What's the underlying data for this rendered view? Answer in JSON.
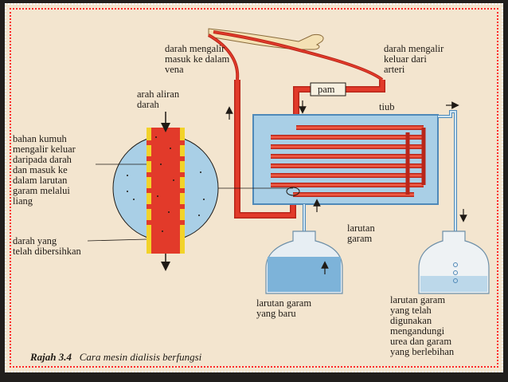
{
  "colors": {
    "blood": "#e23a2a",
    "blood_dark": "#b8261a",
    "solution": "#a9cfe6",
    "solution_dark": "#4f89b8",
    "fresh_solution": "#7db3d9",
    "membrane": "#f2d32a",
    "paper": "#f3e5cf"
  },
  "labels": {
    "vein_in": [
      "darah mengalir",
      "masuk ke dalam",
      "vena"
    ],
    "artery_out": [
      "darah mengalir",
      "keluar dari",
      "arteri"
    ],
    "pump": "pam",
    "blood_flow": [
      "arah aliran",
      "darah"
    ],
    "tube": "tiub",
    "waste": [
      "bahan kumuh",
      "mengalir keluar",
      "daripada darah",
      "dan masuk ke",
      "dalam larutan",
      "garam melalui",
      "liang"
    ],
    "clean_blood": [
      "darah yang",
      "telah dibersihkan"
    ],
    "salt_solution": [
      "larutan",
      "garam"
    ],
    "new_solution": [
      "larutan garam",
      "yang baru"
    ],
    "used_solution": [
      "larutan garam",
      "yang telah",
      "digunakan",
      "mengandungi",
      "urea dan garam",
      "yang berlebihan"
    ]
  },
  "caption": {
    "number": "Rajah 3.4",
    "text": "Cara mesin dialisis berfungsi"
  }
}
